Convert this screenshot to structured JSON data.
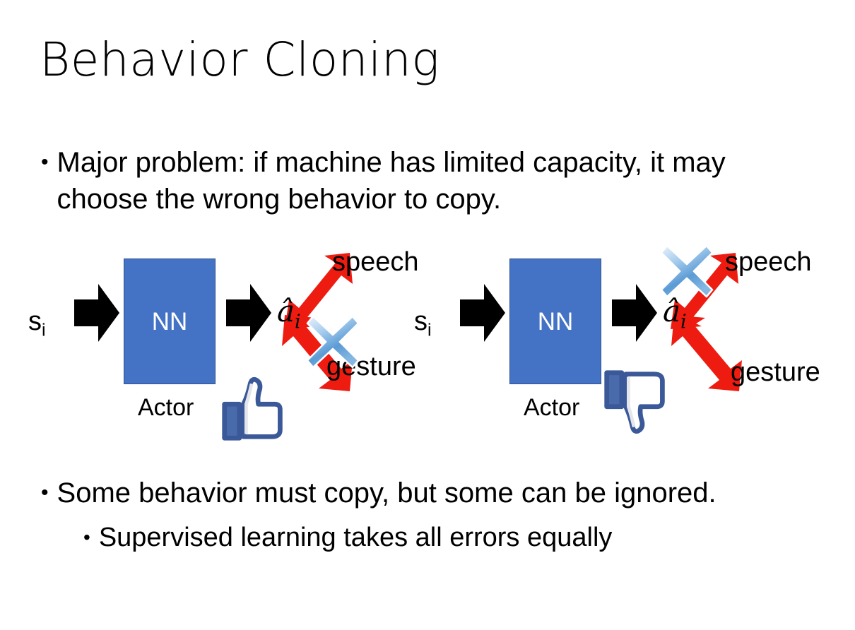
{
  "slide": {
    "title": "Behavior Cloning",
    "background_color": "#ffffff"
  },
  "bullets": [
    {
      "marker": "•",
      "level": 1,
      "text": "Major problem: if machine has limited capacity, it may choose the wrong behavior to copy."
    },
    {
      "marker": "•",
      "level": 1,
      "text": "Some behavior must copy, but some can be ignored."
    },
    {
      "marker": "•",
      "level": 2,
      "text": "Supervised learning takes all errors equally"
    }
  ],
  "diagrams": [
    {
      "id": "left",
      "state_symbol": "s",
      "state_subscript": "i",
      "network_label": "NN",
      "network_caption": "Actor",
      "action_symbol": "â",
      "action_subscript": "i",
      "outputs": [
        {
          "label": "speech",
          "crossed_out": false
        },
        {
          "label": "gesture",
          "crossed_out": true
        }
      ],
      "verdict_icon": "thumbs-up-icon",
      "verdict": "approved"
    },
    {
      "id": "right",
      "state_symbol": "s",
      "state_subscript": "i",
      "network_label": "NN",
      "network_caption": "Actor",
      "action_symbol": "â",
      "action_subscript": "i",
      "outputs": [
        {
          "label": "speech",
          "crossed_out": true
        },
        {
          "label": "gesture",
          "crossed_out": false
        }
      ],
      "verdict_icon": "thumbs-down-icon",
      "verdict": "rejected"
    }
  ],
  "colors": {
    "network_fill": "#4472c4",
    "network_border": "#2f528f",
    "arrow_black": "#000000",
    "arrow_red": "#ee1b11",
    "x_mark_blue": "#5b9bd5",
    "x_mark_light": "#cfe3f7",
    "thumb_blue": "#3b5998",
    "thumb_white": "#ffffff",
    "text": "#000000"
  }
}
